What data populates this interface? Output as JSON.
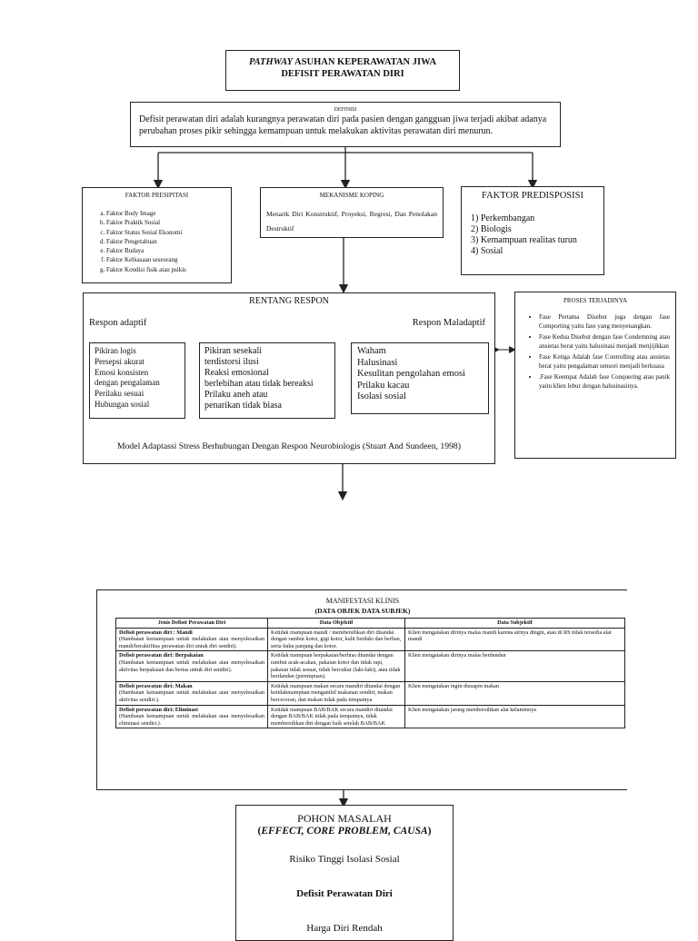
{
  "title": {
    "line1_italic": "PATHWAY",
    "line1_rest": " ASUHAN KEPERAWATAN JIWA",
    "line2": "DEFISIT PERAWATAN DIRI"
  },
  "definisi": {
    "heading": "DEFINISI",
    "text": "Defisit perawatan diri adalah kurangnya perawatan diri pada pasien dengan gangguan jiwa terjadi akibat adanya perubahan proses pikir sehingga kemampuan untuk melakukan aktivitas perawatan diri menurun."
  },
  "faktor_presipitasi": {
    "heading": "FAKTOR PRESIPITASI",
    "items": [
      "Faktor Body Image",
      "Faktor Praktik Sosial",
      "Faktor Status Sosial Ekonomi",
      "Faktor Pengetahuan",
      "Faktor Budaya",
      "Faktor Kebiasaan seseorang",
      "Faktor Kondisi fisik atau psikis"
    ]
  },
  "mekanisme_koping": {
    "heading": "MEKANISME KOPING",
    "text": "Menarik Diri Konstruktif, Proyeksi, Regresi, Dan Penolakan Destruktif"
  },
  "faktor_predisposisi": {
    "heading": "FAKTOR PREDISPOSISI",
    "items": [
      "1) Perkembangan",
      "2) Biologis",
      "3) Kemampuan realitas turun",
      "4) Sosial"
    ]
  },
  "rentang_respon": {
    "heading": "RENTANG RESPON",
    "left": "Respon adaptif",
    "right": "Respon Maladaptif",
    "col1": [
      "Pikiran logis",
      "Persepsi akurat",
      "Emosi konsisten",
      "dengan pengalaman",
      "Perilaku sesuai",
      "Hubungan sosial"
    ],
    "col2": [
      "Pikiran sesekali",
      "terdistorsi ilusi",
      "Reaksi emosional",
      "berlebihan atau tidak bereaksi",
      "Prilaku aneh atau",
      "penarikan tidak biasa"
    ],
    "col3": [
      "Waham",
      "Halusinasi",
      "Kesulitan pengolahan emosi",
      "Prilaku kacau",
      "Isolasi sosial"
    ],
    "model": "Model Adaptassi Stress Berhubungan Dengan Respon Neurobiologis (Stuart And Sundeen, 1998)"
  },
  "proses": {
    "heading": "PROSES TERJADINYA",
    "items": [
      "Fase Pertama Disebut juga dengan fase Comporting yaitu fase yang menyenangkan.",
      "Fase Kedua Disebut dengan fase Condemning atau ansietas berat yaitu halusinasi menjadi menjijikkan",
      "Fase Ketiga Adalah fase Controlling atau ansietas berat yaitu pengalaman sensori menjadi berkuasa",
      ".Fase Keempat Adalah fase Conquering atau panik yaitu klien lebur dengan halusinasinya."
    ]
  },
  "manifestasi": {
    "heading": "MANIFESTASI KLINIS",
    "subheading": "(DATA OBJEK DATA SUBJEK)",
    "columns": [
      "Jenis Defisit Perawatan Diri",
      "Data Objektif",
      "Data Subjektif"
    ],
    "rows": [
      {
        "title": "Defisit perawatan diri : Mandi",
        "desc": "(Hambatan kemampuan untuk melakukan atau menyelesaikan mandi/beraktifitas perawatan diri untuk diri sendiri).",
        "obj": "Ketidak mampuan mandi / membersihkan diri ditandai dengan rambut kotor, gigi kotor, kulit berdaki dan berbau, serta kuku panjang dan kotor.",
        "subj": "Klien mengatakan dirinya malas mandi karena airnya dingin, atau di RS tidak tersedia alat mandi"
      },
      {
        "title": "Defisit perawatan diri: Berpakaian",
        "desc": "(Hambatan kemampuan untuk melakukan atau menyelesaikan aktivitas berpakaian dan berias untuk diri sendiri).",
        "obj": "Ketidak mampuan berpakaian/berhias ditandai dengan rambut acak-acakan, pakaian kotor dan tidak rapi, pakaian tidak sesuai, tidak bercukur (laki-laki), atau tidak berdandan (perempuan).",
        "subj": "Klien mengatakan dirinya malas berdandan"
      },
      {
        "title": "Defisit perawatan diri: Makan",
        "desc": "(Hambatan kemampuan untuk melakukan atau menyelesaikan aktivitas sendiri.).",
        "obj": "Ketidak mampuan makan secara mandiri ditandai dengan ketidakmampuan mengambil makanan sendiri, makan berceceran, dan makan tidak pada tempatnya",
        "subj": "Klien mengatakan ingin disuapin makan"
      },
      {
        "title": "Defisit perawatan diri: Eliminasi",
        "desc": "(Hambatan kemampuan untuk melakukan atau menyelesaikan eliminasi sendiri.).",
        "obj": "Ketidak mampuan BAB/BAK secara mandiri ditandai dengan BAB/BAK tidak pada tempatnya, tidak membersihkan diri dengan baik setelah BAB/BAK",
        "subj": "Klien mengatakan jarang membersihkan alat kelaminnya"
      }
    ]
  },
  "pohon": {
    "heading": "POHON MASALAH",
    "subheading": "(EFFECT, CORE PROBLEM, CAUSA)",
    "effect": "Risiko Tinggi Isolasi Sosial",
    "core": "Defisit Perawatan Diri",
    "cause": "Harga Diri Rendah"
  }
}
